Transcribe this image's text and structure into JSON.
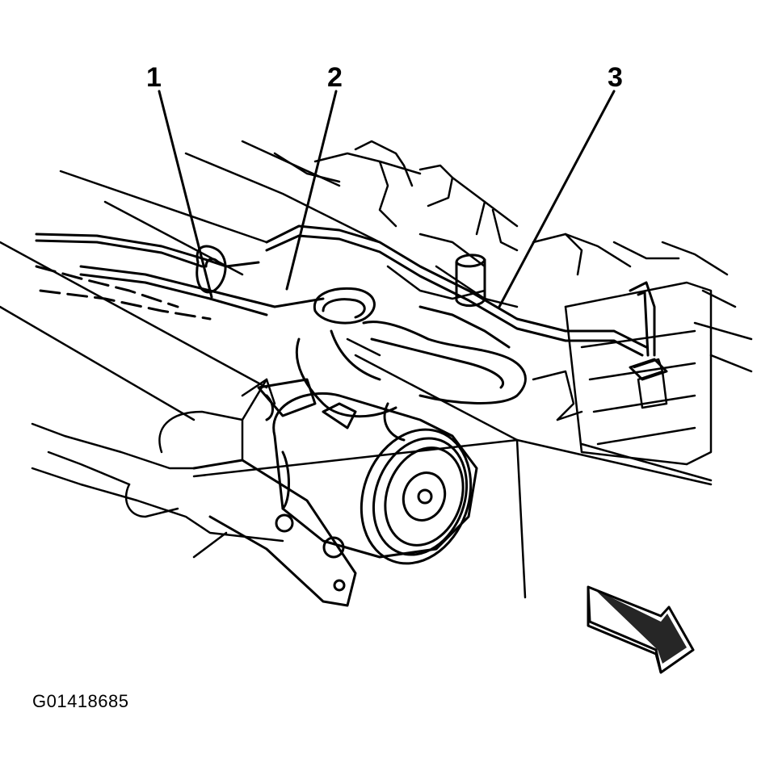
{
  "callouts": [
    {
      "label": "1"
    },
    {
      "label": "2"
    },
    {
      "label": "3"
    }
  ],
  "figure_id": "G01418685",
  "colors": {
    "ink": "#000000",
    "background": "#ffffff"
  }
}
